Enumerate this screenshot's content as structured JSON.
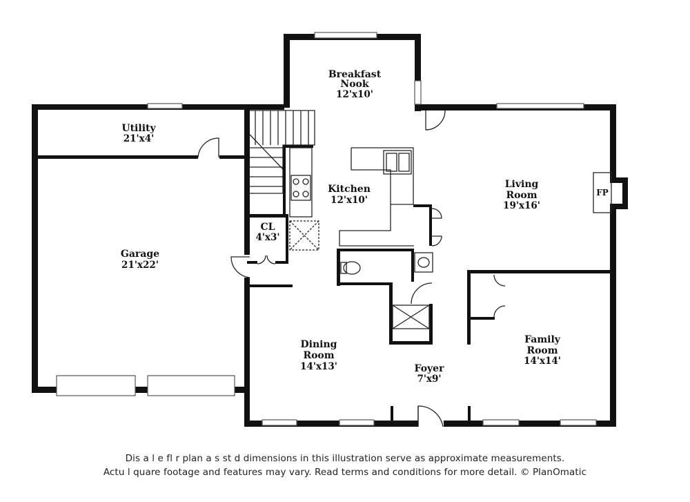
{
  "rooms": {
    "breakfast_nook": {
      "name1": "Breakfast",
      "name2": "Nook",
      "dims": "12'x10'"
    },
    "utility": {
      "name1": "Utility",
      "dims": "21'x4'"
    },
    "kitchen": {
      "name1": "Kitchen",
      "dims": "12'x10'"
    },
    "living_room": {
      "name1": "Living",
      "name2": "Room",
      "dims": "19'x16'"
    },
    "fireplace": {
      "name1": "FP"
    },
    "closet": {
      "name1": "CL",
      "dims": "4'x3'"
    },
    "garage": {
      "name1": "Garage",
      "dims": "21'x22'"
    },
    "dining_room": {
      "name1": "Dining",
      "name2": "Room",
      "dims": "14'x13'"
    },
    "foyer": {
      "name1": "Foyer",
      "dims": "7'x9'"
    },
    "family_room": {
      "name1": "Family",
      "name2": "Room",
      "dims": "14'x14'"
    }
  },
  "disclaimer": {
    "line1": "Dis  a     l  e fl   r plan a  s   st  d dimensions in this illustration serve as approximate measurements.",
    "line2": "Actu  l   quare footage and features may vary. Read terms and conditions for more detail. © PlanOmatic"
  }
}
